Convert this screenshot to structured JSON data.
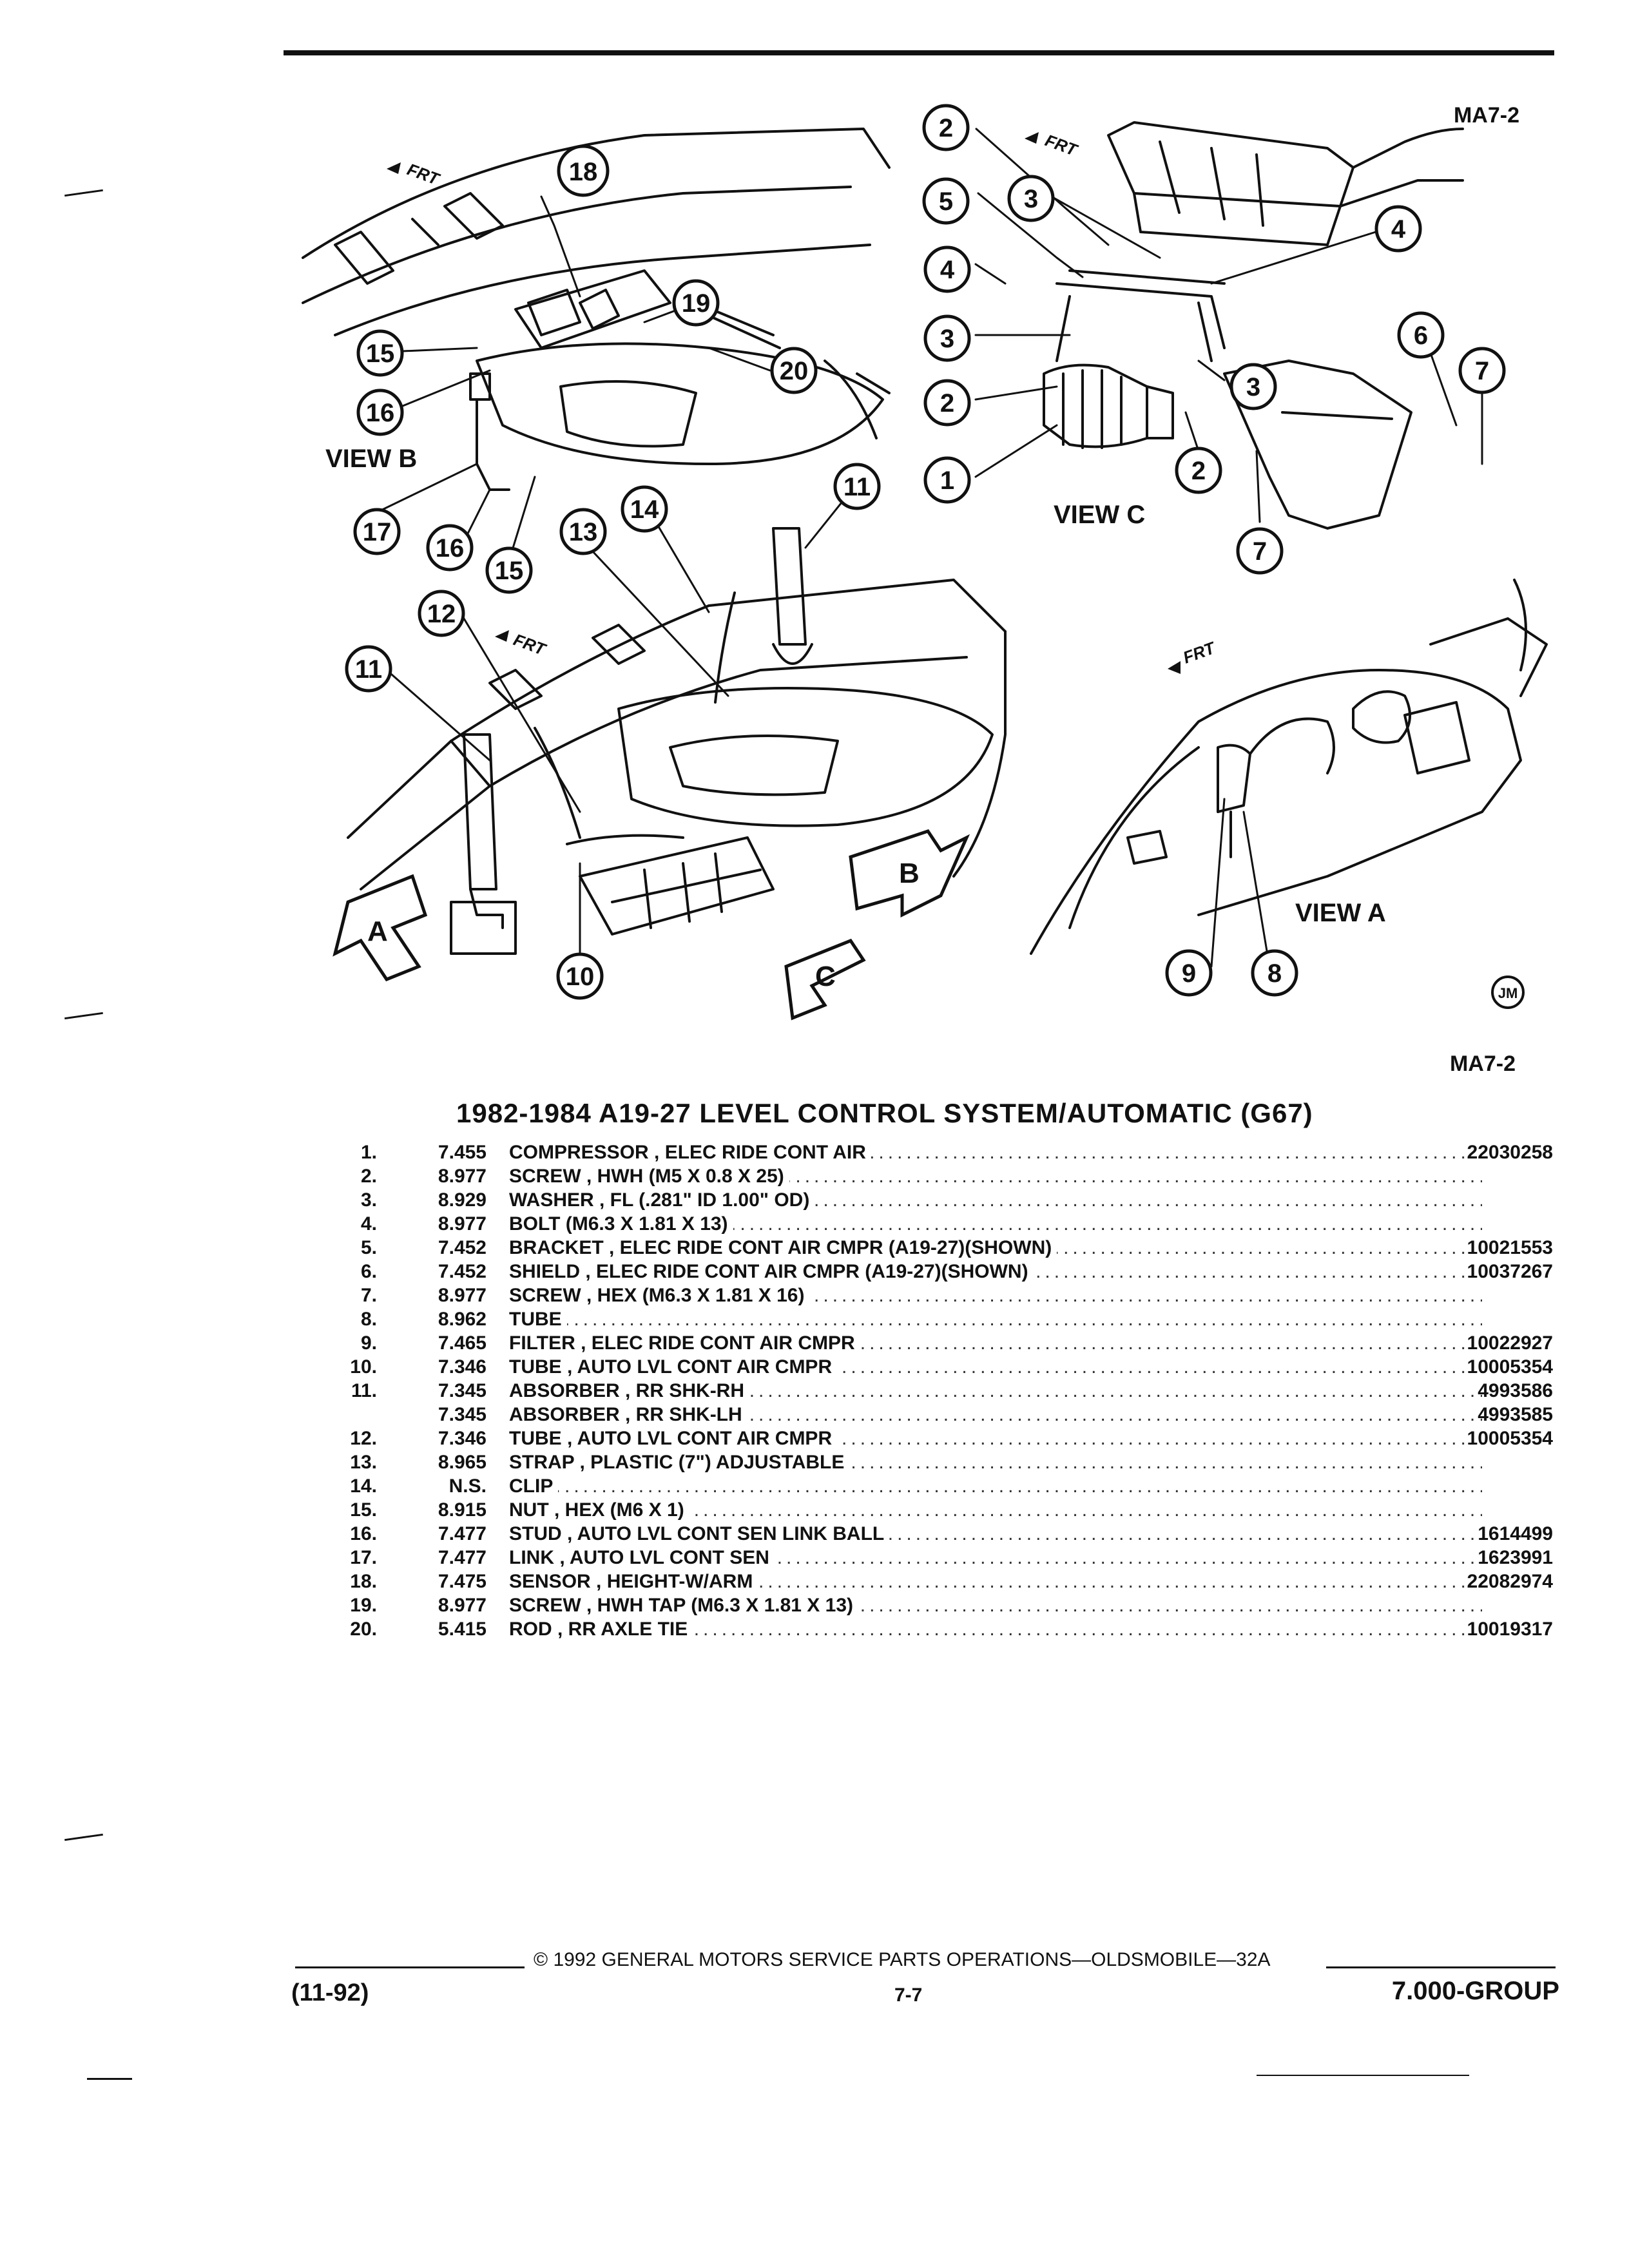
{
  "header": {
    "code_top": "MA7-2",
    "code_mid": "MA7-2"
  },
  "diagram": {
    "frt_label": "FRT",
    "views": {
      "a": "VIEW A",
      "b": "VIEW B",
      "c": "VIEW C"
    },
    "view_letters": {
      "a": "A",
      "b": "B",
      "c": "C"
    },
    "jm": "JM",
    "callouts": [
      "1",
      "2",
      "3",
      "4",
      "5",
      "6",
      "7",
      "8",
      "9",
      "10",
      "11",
      "12",
      "13",
      "14",
      "15",
      "16",
      "17",
      "18",
      "19",
      "20"
    ]
  },
  "title": "1982-1984 A19-27 LEVEL CONTROL SYSTEM/AUTOMATIC (G67)",
  "parts": [
    {
      "num": "1.",
      "group": "7.455",
      "desc": "COMPRESSOR , ELEC RIDE CONT AIR",
      "part": "22030258"
    },
    {
      "num": "2.",
      "group": "8.977",
      "desc": "SCREW , HWH (M5 X 0.8 X 25)",
      "part": ""
    },
    {
      "num": "3.",
      "group": "8.929",
      "desc": "WASHER , FL (.281\" ID 1.00\" OD)",
      "part": ""
    },
    {
      "num": "4.",
      "group": "8.977",
      "desc": "BOLT (M6.3 X 1.81 X 13)",
      "part": ""
    },
    {
      "num": "5.",
      "group": "7.452",
      "desc": "BRACKET , ELEC RIDE CONT AIR CMPR (A19-27)(SHOWN)",
      "part": "10021553"
    },
    {
      "num": "6.",
      "group": "7.452",
      "desc": "SHIELD , ELEC RIDE CONT AIR CMPR (A19-27)(SHOWN)",
      "part": "10037267"
    },
    {
      "num": "7.",
      "group": "8.977",
      "desc": "SCREW , HEX (M6.3 X 1.81 X 16)",
      "part": ""
    },
    {
      "num": "8.",
      "group": "8.962",
      "desc": "TUBE",
      "part": ""
    },
    {
      "num": "9.",
      "group": "7.465",
      "desc": "FILTER , ELEC RIDE CONT AIR CMPR",
      "part": "10022927"
    },
    {
      "num": "10.",
      "group": "7.346",
      "desc": "TUBE , AUTO LVL CONT AIR CMPR",
      "part": "10005354"
    },
    {
      "num": "11.",
      "group": "7.345",
      "desc": "ABSORBER , RR SHK-RH",
      "part": "4993586"
    },
    {
      "num": "",
      "group": "7.345",
      "desc": "ABSORBER , RR SHK-LH",
      "part": "4993585"
    },
    {
      "num": "12.",
      "group": "7.346",
      "desc": "TUBE , AUTO LVL CONT AIR CMPR",
      "part": "10005354"
    },
    {
      "num": "13.",
      "group": "8.965",
      "desc": "STRAP , PLASTIC (7\") ADJUSTABLE",
      "part": ""
    },
    {
      "num": "14.",
      "group": "N.S.",
      "desc": "CLIP",
      "part": ""
    },
    {
      "num": "15.",
      "group": "8.915",
      "desc": "NUT , HEX (M6 X 1)",
      "part": ""
    },
    {
      "num": "16.",
      "group": "7.477",
      "desc": "STUD , AUTO LVL CONT SEN LINK BALL",
      "part": "1614499"
    },
    {
      "num": "17.",
      "group": "7.477",
      "desc": "LINK , AUTO LVL CONT SEN",
      "part": "1623991"
    },
    {
      "num": "18.",
      "group": "7.475",
      "desc": "SENSOR , HEIGHT-W/ARM",
      "part": "22082974"
    },
    {
      "num": "19.",
      "group": "8.977",
      "desc": "SCREW , HWH TAP (M6.3 X 1.81 X 13)",
      "part": ""
    },
    {
      "num": "20.",
      "group": "5.415",
      "desc": "ROD , RR AXLE TIE",
      "part": "10019317"
    }
  ],
  "footer": {
    "copyright": "© 1992 GENERAL MOTORS SERVICE PARTS OPERATIONS—OLDSMOBILE—32A",
    "date": "(11-92)",
    "page": "7-7",
    "group": "7.000-GROUP"
  }
}
